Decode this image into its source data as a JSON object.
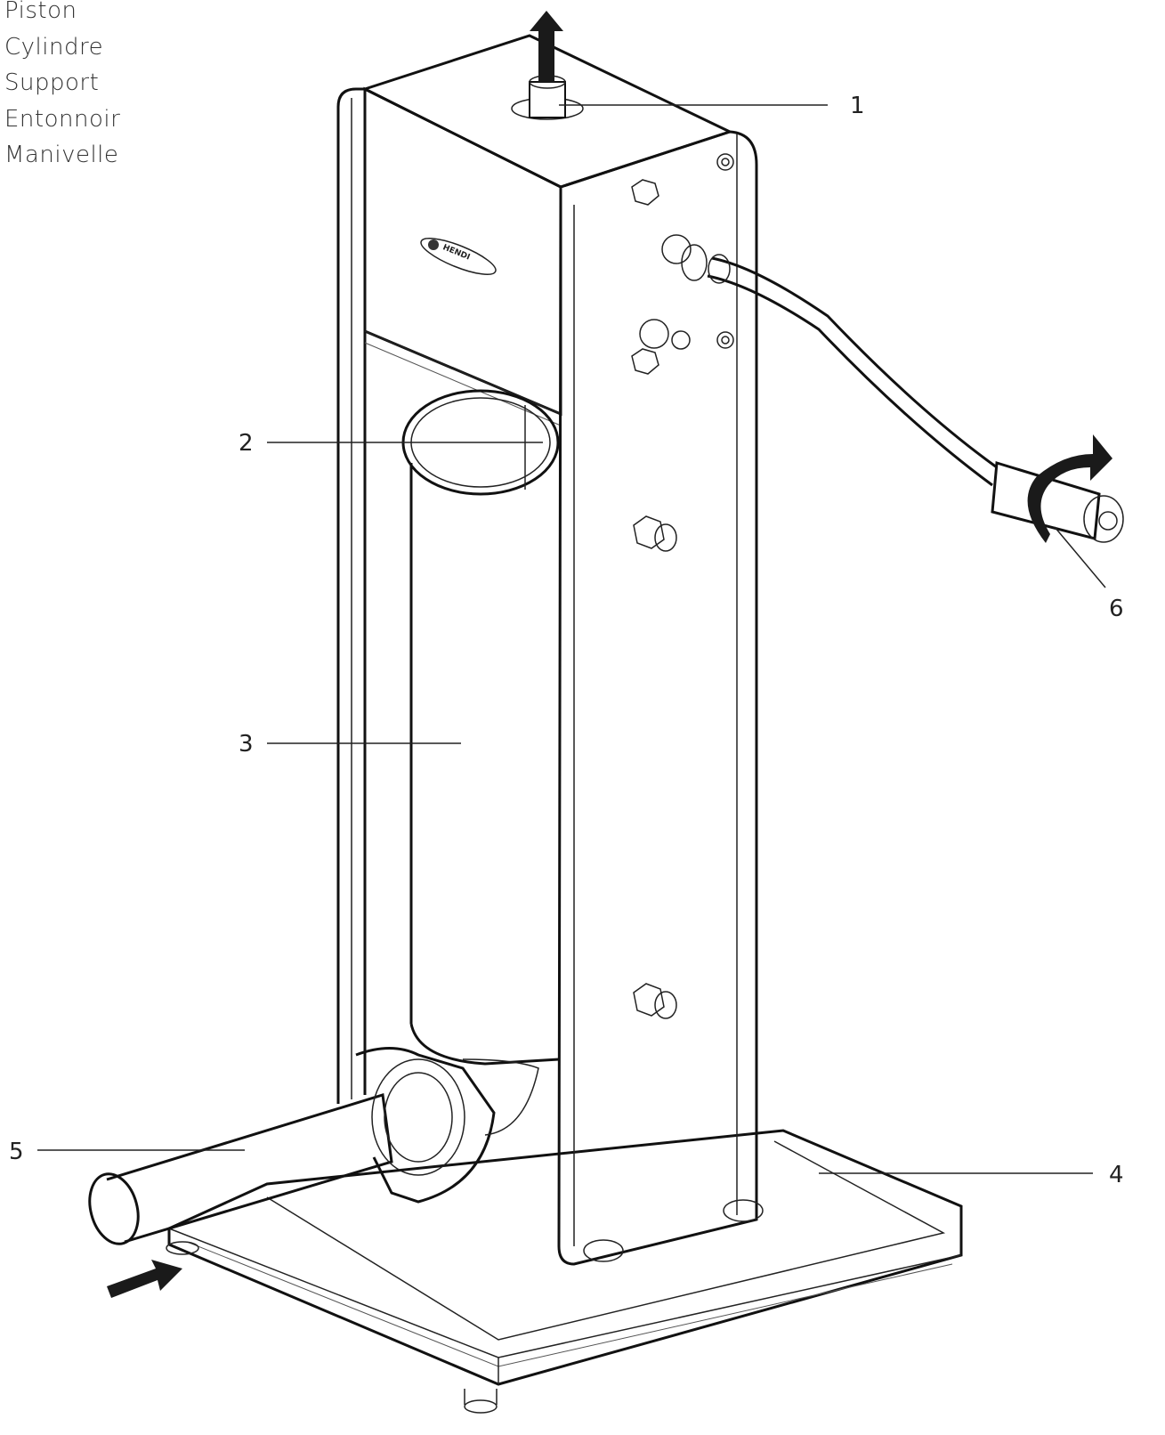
{
  "legend": {
    "items": [
      {
        "label": "Piston"
      },
      {
        "label": "Cylindre"
      },
      {
        "label": "Support"
      },
      {
        "label": "Entonnoir"
      },
      {
        "label": "Manivelle"
      }
    ]
  },
  "callouts": [
    "1",
    "2",
    "3",
    "4",
    "5",
    "6"
  ],
  "brand": {
    "logo_text": "HENDI"
  },
  "colors": {
    "line": "#111111",
    "arrow": "#1a1a1a",
    "background": "#ffffff"
  }
}
